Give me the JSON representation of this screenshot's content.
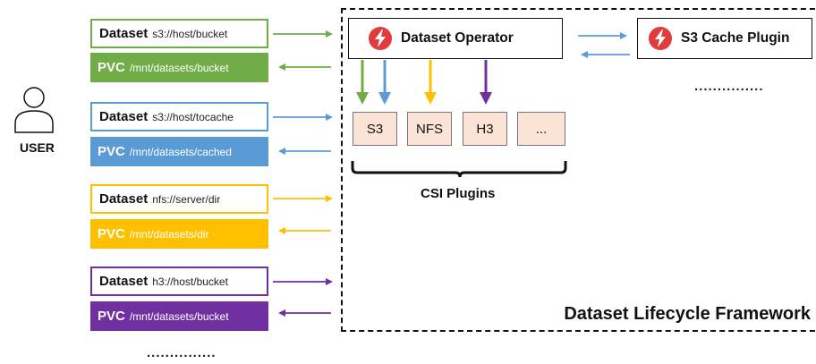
{
  "user": {
    "label": "USER",
    "icon": "user-icon"
  },
  "rows": [
    {
      "kind": "Dataset",
      "path": "s3://host/bucket",
      "color": "#70ad47"
    },
    {
      "kind": "PVC",
      "path": "/mnt/datasets/bucket",
      "color": "#70ad47"
    },
    {
      "kind": "Dataset",
      "path": "s3://host/tocache",
      "color": "#5b9bd5"
    },
    {
      "kind": "PVC",
      "path": "/mnt/datasets/cached",
      "color": "#5b9bd5"
    },
    {
      "kind": "Dataset",
      "path": "nfs://server/dir",
      "color": "#ffc000"
    },
    {
      "kind": "PVC",
      "path": "/mnt/datasets/dir",
      "color": "#ffc000"
    },
    {
      "kind": "Dataset",
      "path": "h3://host/bucket",
      "color": "#7030a0"
    },
    {
      "kind": "PVC",
      "path": "/mnt/datasets/bucket",
      "color": "#7030a0"
    }
  ],
  "more_rows": "...............",
  "framework": {
    "title": "Dataset Lifecycle Framework",
    "operator_label": "Dataset Operator",
    "cache_plugin_label": "S3 Cache Plugin",
    "more_plugins": "...............",
    "plugins": [
      "S3",
      "NFS",
      "H3",
      "..."
    ],
    "csi_label": "CSI Plugins",
    "bolt_color": "#e23b3b"
  }
}
